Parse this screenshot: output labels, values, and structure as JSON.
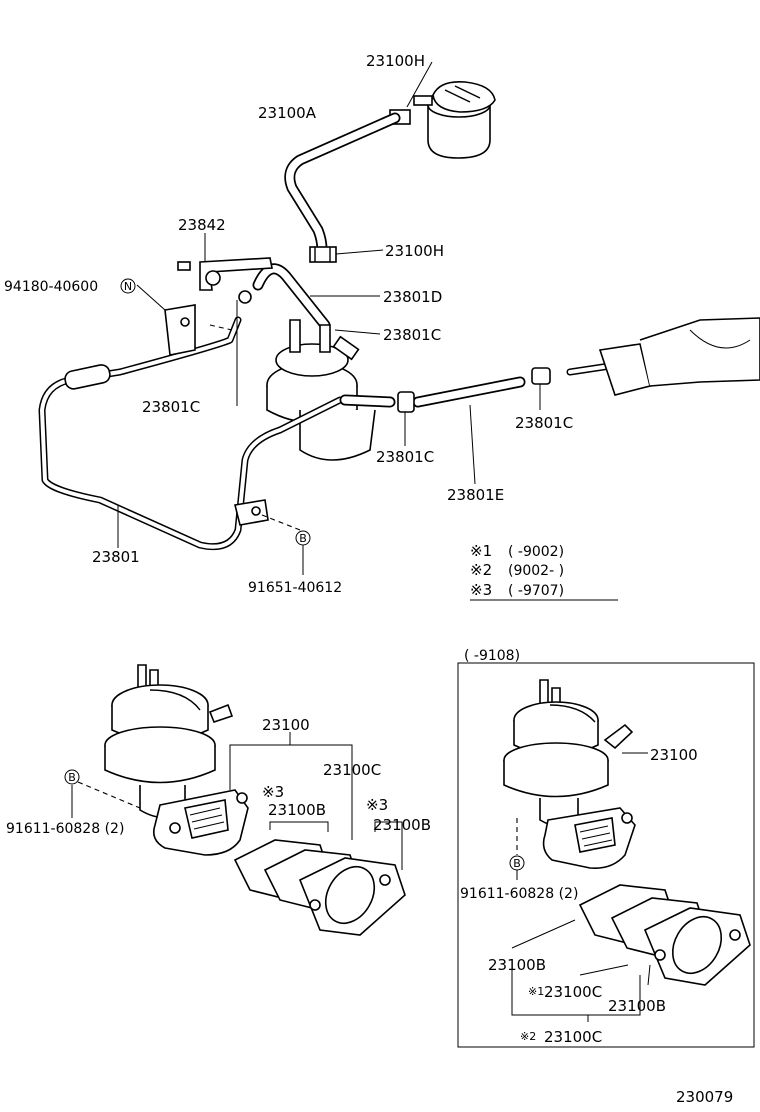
{
  "labels": {
    "top_hose_clip": "23100H",
    "top_hose": "23100A",
    "clip_lower": "23100H",
    "bracket": "23842",
    "bolt_n": "94180-40600",
    "circle_n": "N",
    "hose_d": "23801D",
    "clip_c_right_of_pump": "23801C",
    "clip_c_left": "23801C",
    "clip_c_mid": "23801C",
    "clip_c_far_right": "23801C",
    "hose_e": "23801E",
    "pipe": "23801",
    "bolt_b_top": "91651-40612",
    "circle_b": "B",
    "pump_left": "23100",
    "gasket_c_left": "23100C",
    "gasket_b_left1": "23100B",
    "gasket_b_left2": "23100B",
    "mark3_a": "※3",
    "mark3_b": "※3",
    "bolt_b_left": "91611-60828 (2)",
    "pump_right": "23100",
    "bolt_b_right": "91611-60828 (2)",
    "gasket_b_right1": "23100B",
    "gasket_c_right1": "23100C",
    "gasket_b_right2": "23100B",
    "gasket_c_right2": "23100C",
    "mark1_small": "※1",
    "mark2_small": "※2",
    "inset_range": "(      -9108)",
    "figure_number": "230079"
  },
  "legend": [
    {
      "mark": "※1",
      "range": "(      -9002)"
    },
    {
      "mark": "※2",
      "range": "(9002-      )"
    },
    {
      "mark": "※3",
      "range": "(      -9707)"
    }
  ]
}
